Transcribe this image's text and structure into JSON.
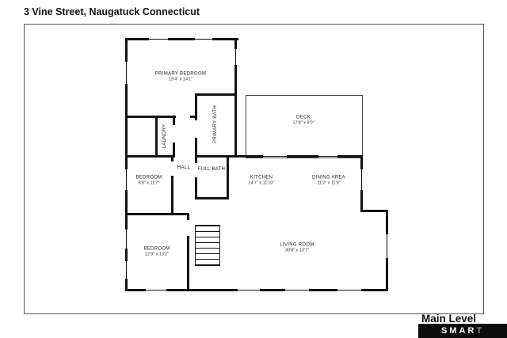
{
  "header": {
    "title": "3 Vine Street, Naugatuck Connecticut"
  },
  "footer": {
    "level_label": "Main Level",
    "brand_white": "SMAR",
    "brand_gray": "T"
  },
  "rooms": {
    "primary_bedroom": {
      "name": "PRIMARY BEDROOM",
      "dims": "19'4\" x 14'1\""
    },
    "primary_bath": {
      "name": "PRIMARY BATH"
    },
    "laundry": {
      "name": "LAUNDRY"
    },
    "deck": {
      "name": "DECK",
      "dims": "17'8\" x 9'0\""
    },
    "hall": {
      "name": "HALL"
    },
    "full_bath": {
      "name": "FULL BATH"
    },
    "bedroom_left": {
      "name": "BEDROOM",
      "dims": "8'8\" x 11'7\""
    },
    "kitchen": {
      "name": "KITCHEN",
      "dims": "14'7\" x 11'10\""
    },
    "dining_area": {
      "name": "DINING AREA",
      "dims": "11'2\" x 11'9\""
    },
    "bedroom_lower": {
      "name": "BEDROOM",
      "dims": "12'9\" x 13'2\""
    },
    "living_room": {
      "name": "LIVING ROOM",
      "dims": "30'8\" x 13'7\""
    }
  }
}
